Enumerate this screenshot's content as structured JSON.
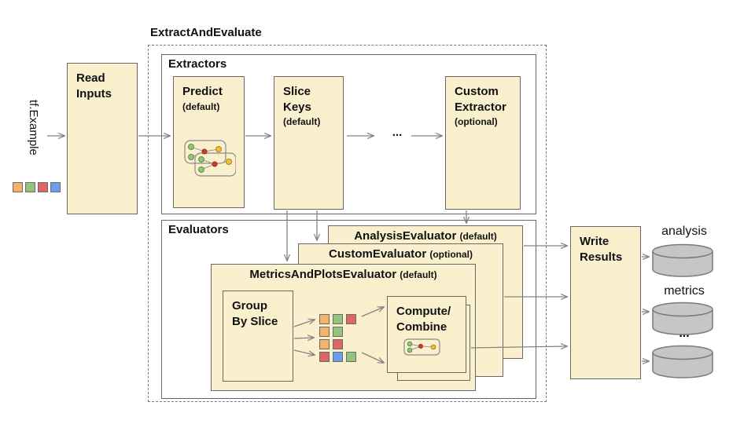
{
  "title": "ExtractAndEvaluate",
  "colors": {
    "box_fill": "#FBF0CE",
    "box_border": "#686868",
    "arrow": "#828282",
    "orange": "#F6B26B",
    "green": "#93C47D",
    "red": "#E06666",
    "blue": "#6D9EEB",
    "cylinder_fill": "#C6C6C6",
    "cylinder_border": "#7a7a7a"
  },
  "input": {
    "label": "tf.Example",
    "legend_colors": [
      "orange",
      "green",
      "red",
      "blue"
    ]
  },
  "nodes": {
    "read_inputs": {
      "label": "Read\nInputs"
    },
    "extractors": {
      "label": "Extractors",
      "predict": {
        "label": "Predict",
        "qualifier": "(default)"
      },
      "slice_keys": {
        "label": "Slice\nKeys",
        "qualifier": "(default)"
      },
      "ellipsis": "...",
      "custom_extractor": {
        "label": "Custom\nExtractor",
        "qualifier": "(optional)"
      }
    },
    "evaluators": {
      "label": "Evaluators",
      "analysis_evaluator": {
        "label": "AnalysisEvaluator",
        "qualifier": "(default)"
      },
      "custom_evaluator": {
        "label": "CustomEvaluator",
        "qualifier": "(optional)"
      },
      "metrics_and_plots_evaluator": {
        "label": "MetricsAndPlotsEvaluator",
        "qualifier": "(default)"
      },
      "group_by_slice": {
        "label": "Group\nBy Slice"
      },
      "compute_combine": {
        "label": "Compute/\nCombine"
      },
      "slice_rows": [
        [
          "orange",
          "green",
          "red"
        ],
        [
          "orange",
          "green"
        ],
        [
          "orange",
          "red"
        ],
        [
          "red",
          "blue",
          "green"
        ]
      ]
    },
    "write_results": {
      "label": "Write\nResults"
    }
  },
  "outputs": [
    {
      "label": "analysis"
    },
    {
      "label": "metrics"
    },
    {
      "label": "..."
    }
  ]
}
